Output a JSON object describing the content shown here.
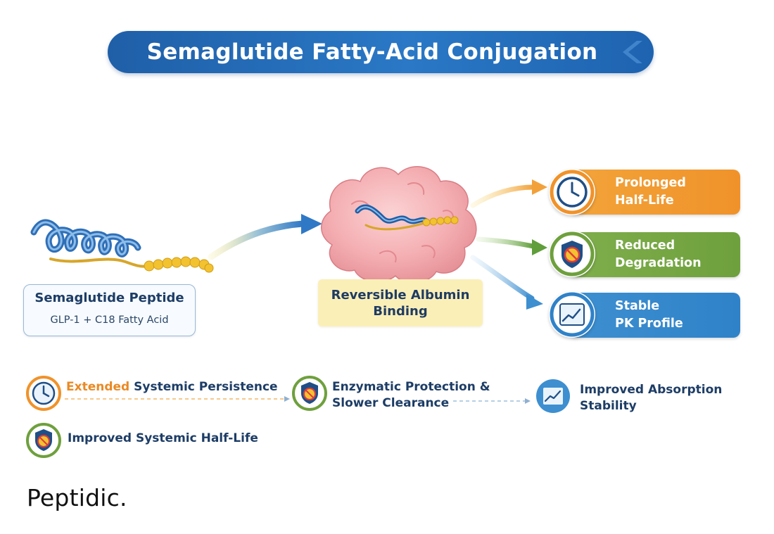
{
  "title": "Semaglutide Fatty-Acid Conjugation",
  "peptide": {
    "title": "Semaglutide Peptide",
    "subtitle": "GLP-1 + C18 Fatty Acid"
  },
  "albumin": {
    "line1": "Reversible Albumin",
    "line2": "Binding"
  },
  "outcomes": [
    {
      "line1": "Prolonged",
      "line2": "Half-Life",
      "icon": "clock-icon",
      "color": "#f0922a"
    },
    {
      "line1": "Reduced",
      "line2": "Degradation",
      "icon": "shield-icon",
      "color": "#6ea03d"
    },
    {
      "line1": "Stable",
      "line2": "PK Profile",
      "icon": "chart-icon",
      "color": "#2f82c8"
    }
  ],
  "summary": {
    "persistence_highlight": "Extended",
    "persistence_rest": " Systemic Persistence",
    "protection_line1": "Enzymatic Protection &",
    "protection_line2": "Slower Clearance",
    "absorption_line1": "Improved Absorption",
    "absorption_line2": "Stability",
    "halflife": "Improved Systemic Half-Life"
  },
  "logo": "Peptidic.",
  "colors": {
    "banner": "#2a78c6",
    "orange": "#f0922a",
    "green": "#6ea03d",
    "blue": "#2f82c8",
    "navy": "#1d3d66",
    "albumin_pink": "#f2a8ad",
    "fatty_acid_yellow": "#f2c230"
  }
}
